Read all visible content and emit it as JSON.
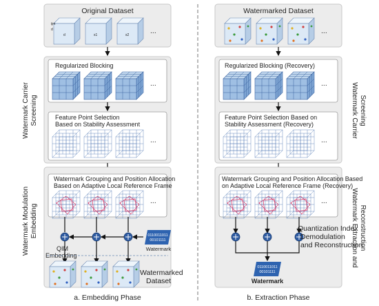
{
  "left_panel": {
    "original_dataset": "Original Dataset",
    "regularized_blocking": "Regularized Blocking",
    "feature_point_selection": [
      "Feature Point Selection",
      "Based on Stability Assessment"
    ],
    "watermark_grouping": [
      "Watermark Grouping and Position Allocation",
      "Based on Adaptive Local Reference Frame"
    ],
    "qim_embedding": [
      "QIM",
      "Embedding"
    ],
    "watermark": "Watermark",
    "watermark_bits": [
      "0110011011",
      "00101111"
    ],
    "watermarked_dataset": [
      "Watermarked",
      "Dataset"
    ],
    "side_label_screening": [
      "Watermark Carrier",
      "Screening"
    ],
    "side_label_modulation": [
      "Watermark Modulation",
      "Embedding"
    ],
    "caption": "a. Embedding Phase",
    "cube_labels": [
      "ijm",
      "d",
      "s1",
      "s2"
    ]
  },
  "right_panel": {
    "watermarked_dataset": "Watermarked Dataset",
    "regularized_blocking": "Regularized Blocking (Recovery)",
    "feature_point_selection": [
      "Feature Point Selection Based on",
      "Stability Assessment (Recovery)"
    ],
    "watermark_grouping": [
      "Watermark Grouping and Position Allocation Based",
      "on Adaptive Local Reference Frame (Recovery)"
    ],
    "quantization": [
      "Quantization Index",
      "Demodulation",
      "and Reconstruction"
    ],
    "watermark": "Watermark",
    "watermark_bits": [
      "0110011011",
      "00101111"
    ],
    "side_label_screening": [
      "Watermark Carrier",
      "Screening"
    ],
    "side_label_extraction": [
      "Watermark Extraction and",
      "Reconstruction"
    ],
    "caption": "b. Extraction Phase"
  },
  "ellipsis": "..."
}
